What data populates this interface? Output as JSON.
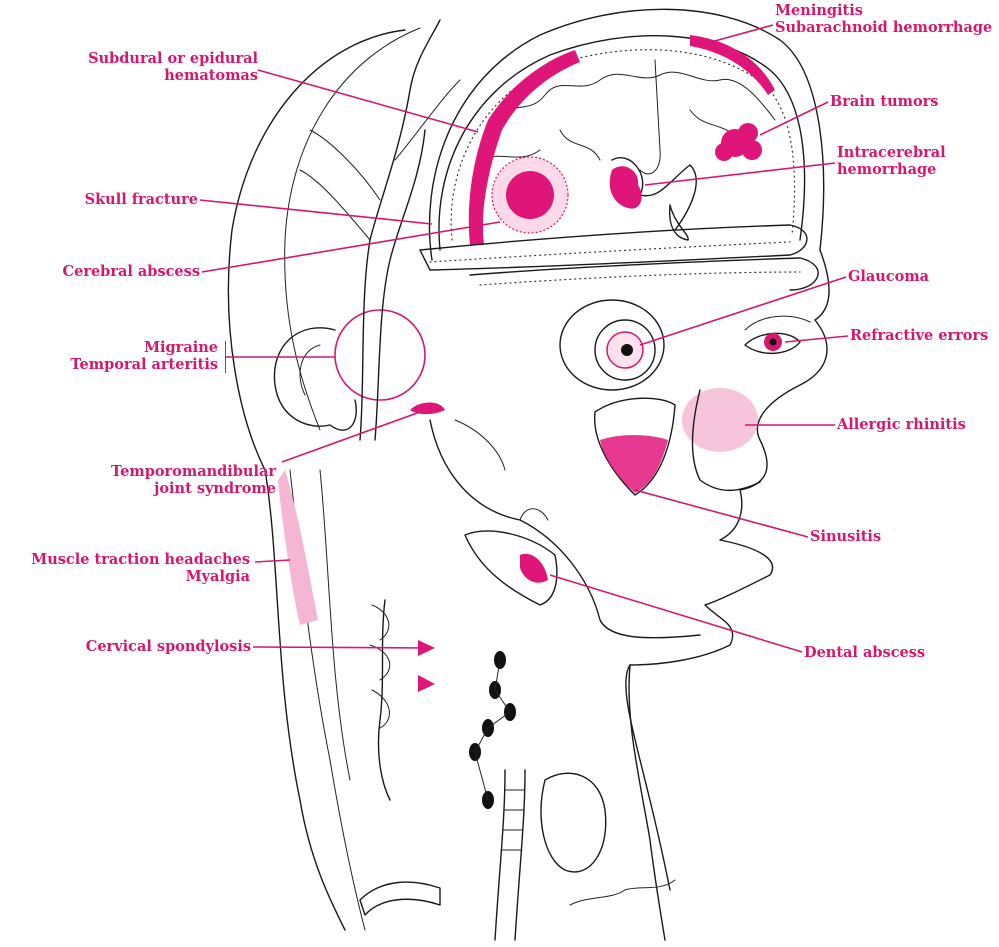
{
  "accent_color": "#d6176f",
  "labels": {
    "subdural_1": "Subdural or epidural",
    "subdural_2": "hematomas",
    "skull_fracture": "Skull fracture",
    "cerebral_abscess": "Cerebral abscess",
    "migraine": "Migraine",
    "temporal_arteritis": "Temporal arteritis",
    "tmj_1": "Temporomandibular",
    "tmj_2": "joint syndrome",
    "muscle_traction": "Muscle traction headaches",
    "myalgia": "Myalgia",
    "cervical_spondylosis": "Cervical spondylosis",
    "meningitis": "Meningitis",
    "subarachnoid": "Subarachnoid hemorrhage",
    "brain_tumors": "Brain tumors",
    "intracerebral_1": "Intracerebral",
    "intracerebral_2": "hemorrhage",
    "glaucoma": "Glaucoma",
    "refractive_errors": "Refractive errors",
    "allergic_rhinitis": "Allergic rhinitis",
    "sinusitis": "Sinusitis",
    "dental_abscess": "Dental abscess"
  }
}
